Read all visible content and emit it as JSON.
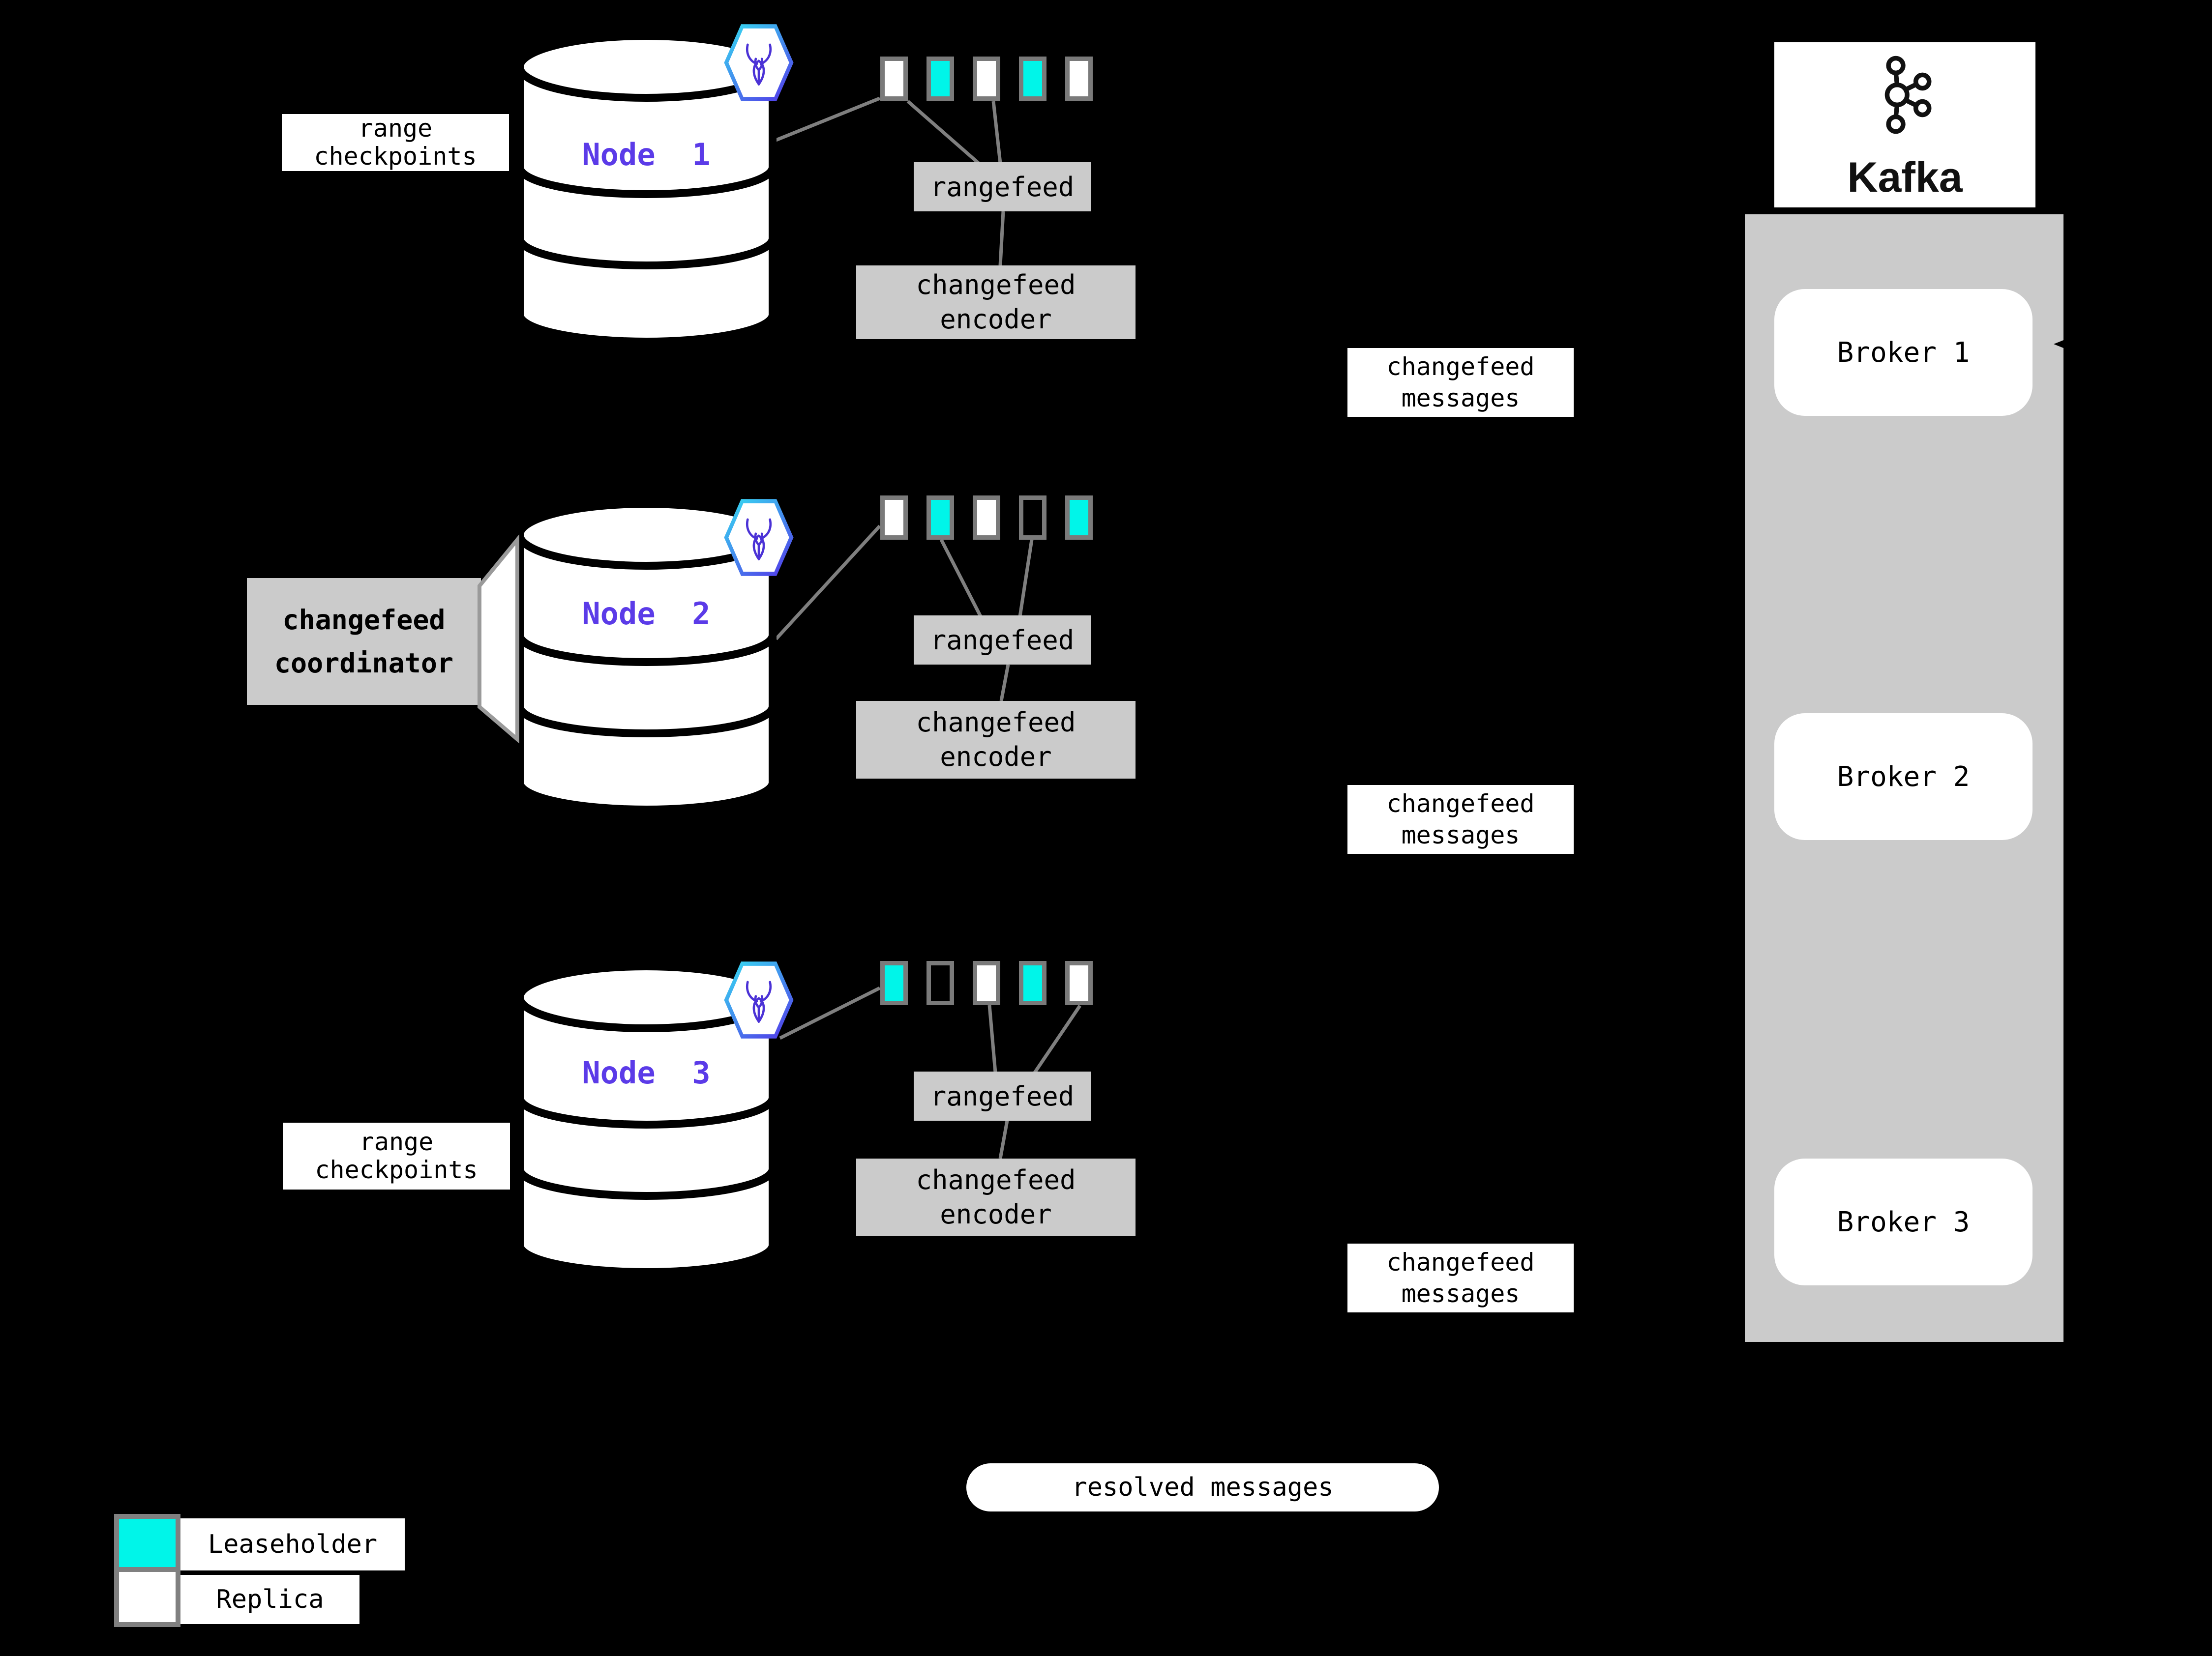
{
  "colors": {
    "background": "#000000",
    "leaseholder": "#00F5E9",
    "replica": "#FFFFFF",
    "panel_gray": "#CBCBCB",
    "connector_gray": "#7F7F7F",
    "range_border_gray": "#7A7A7A",
    "node_label_purple": "#5B3BE8",
    "badge_gradient_start": "#35E3F2",
    "badge_gradient_end": "#5430E8"
  },
  "labels": {
    "range_checkpoints_line1": "range",
    "range_checkpoints_line2": "checkpoints",
    "coordinator_line1": "changefeed",
    "coordinator_line2": "coordinator",
    "rangefeed": "rangefeed",
    "encoder_line1": "changefeed",
    "encoder_line2": "encoder",
    "messages_line1": "changefeed",
    "messages_line2": "messages",
    "resolved": "resolved messages"
  },
  "nodes": [
    {
      "label": "Node  1",
      "ranges": [
        "replica",
        "leaseholder",
        "replica",
        "leaseholder",
        "replica"
      ]
    },
    {
      "label": "Node  2",
      "ranges": [
        "replica",
        "leaseholder",
        "replica",
        "empty",
        "leaseholder"
      ]
    },
    {
      "label": "Node  3",
      "ranges": [
        "leaseholder",
        "empty",
        "replica",
        "leaseholder",
        "replica"
      ]
    }
  ],
  "kafka": {
    "brand": "Kafka",
    "brokers": [
      {
        "label": "Broker 1"
      },
      {
        "label": "Broker 2"
      },
      {
        "label": "Broker 3"
      }
    ]
  },
  "legend": [
    {
      "swatch": "leaseholder",
      "label": "Leaseholder"
    },
    {
      "swatch": "replica",
      "label": "Replica"
    }
  ]
}
